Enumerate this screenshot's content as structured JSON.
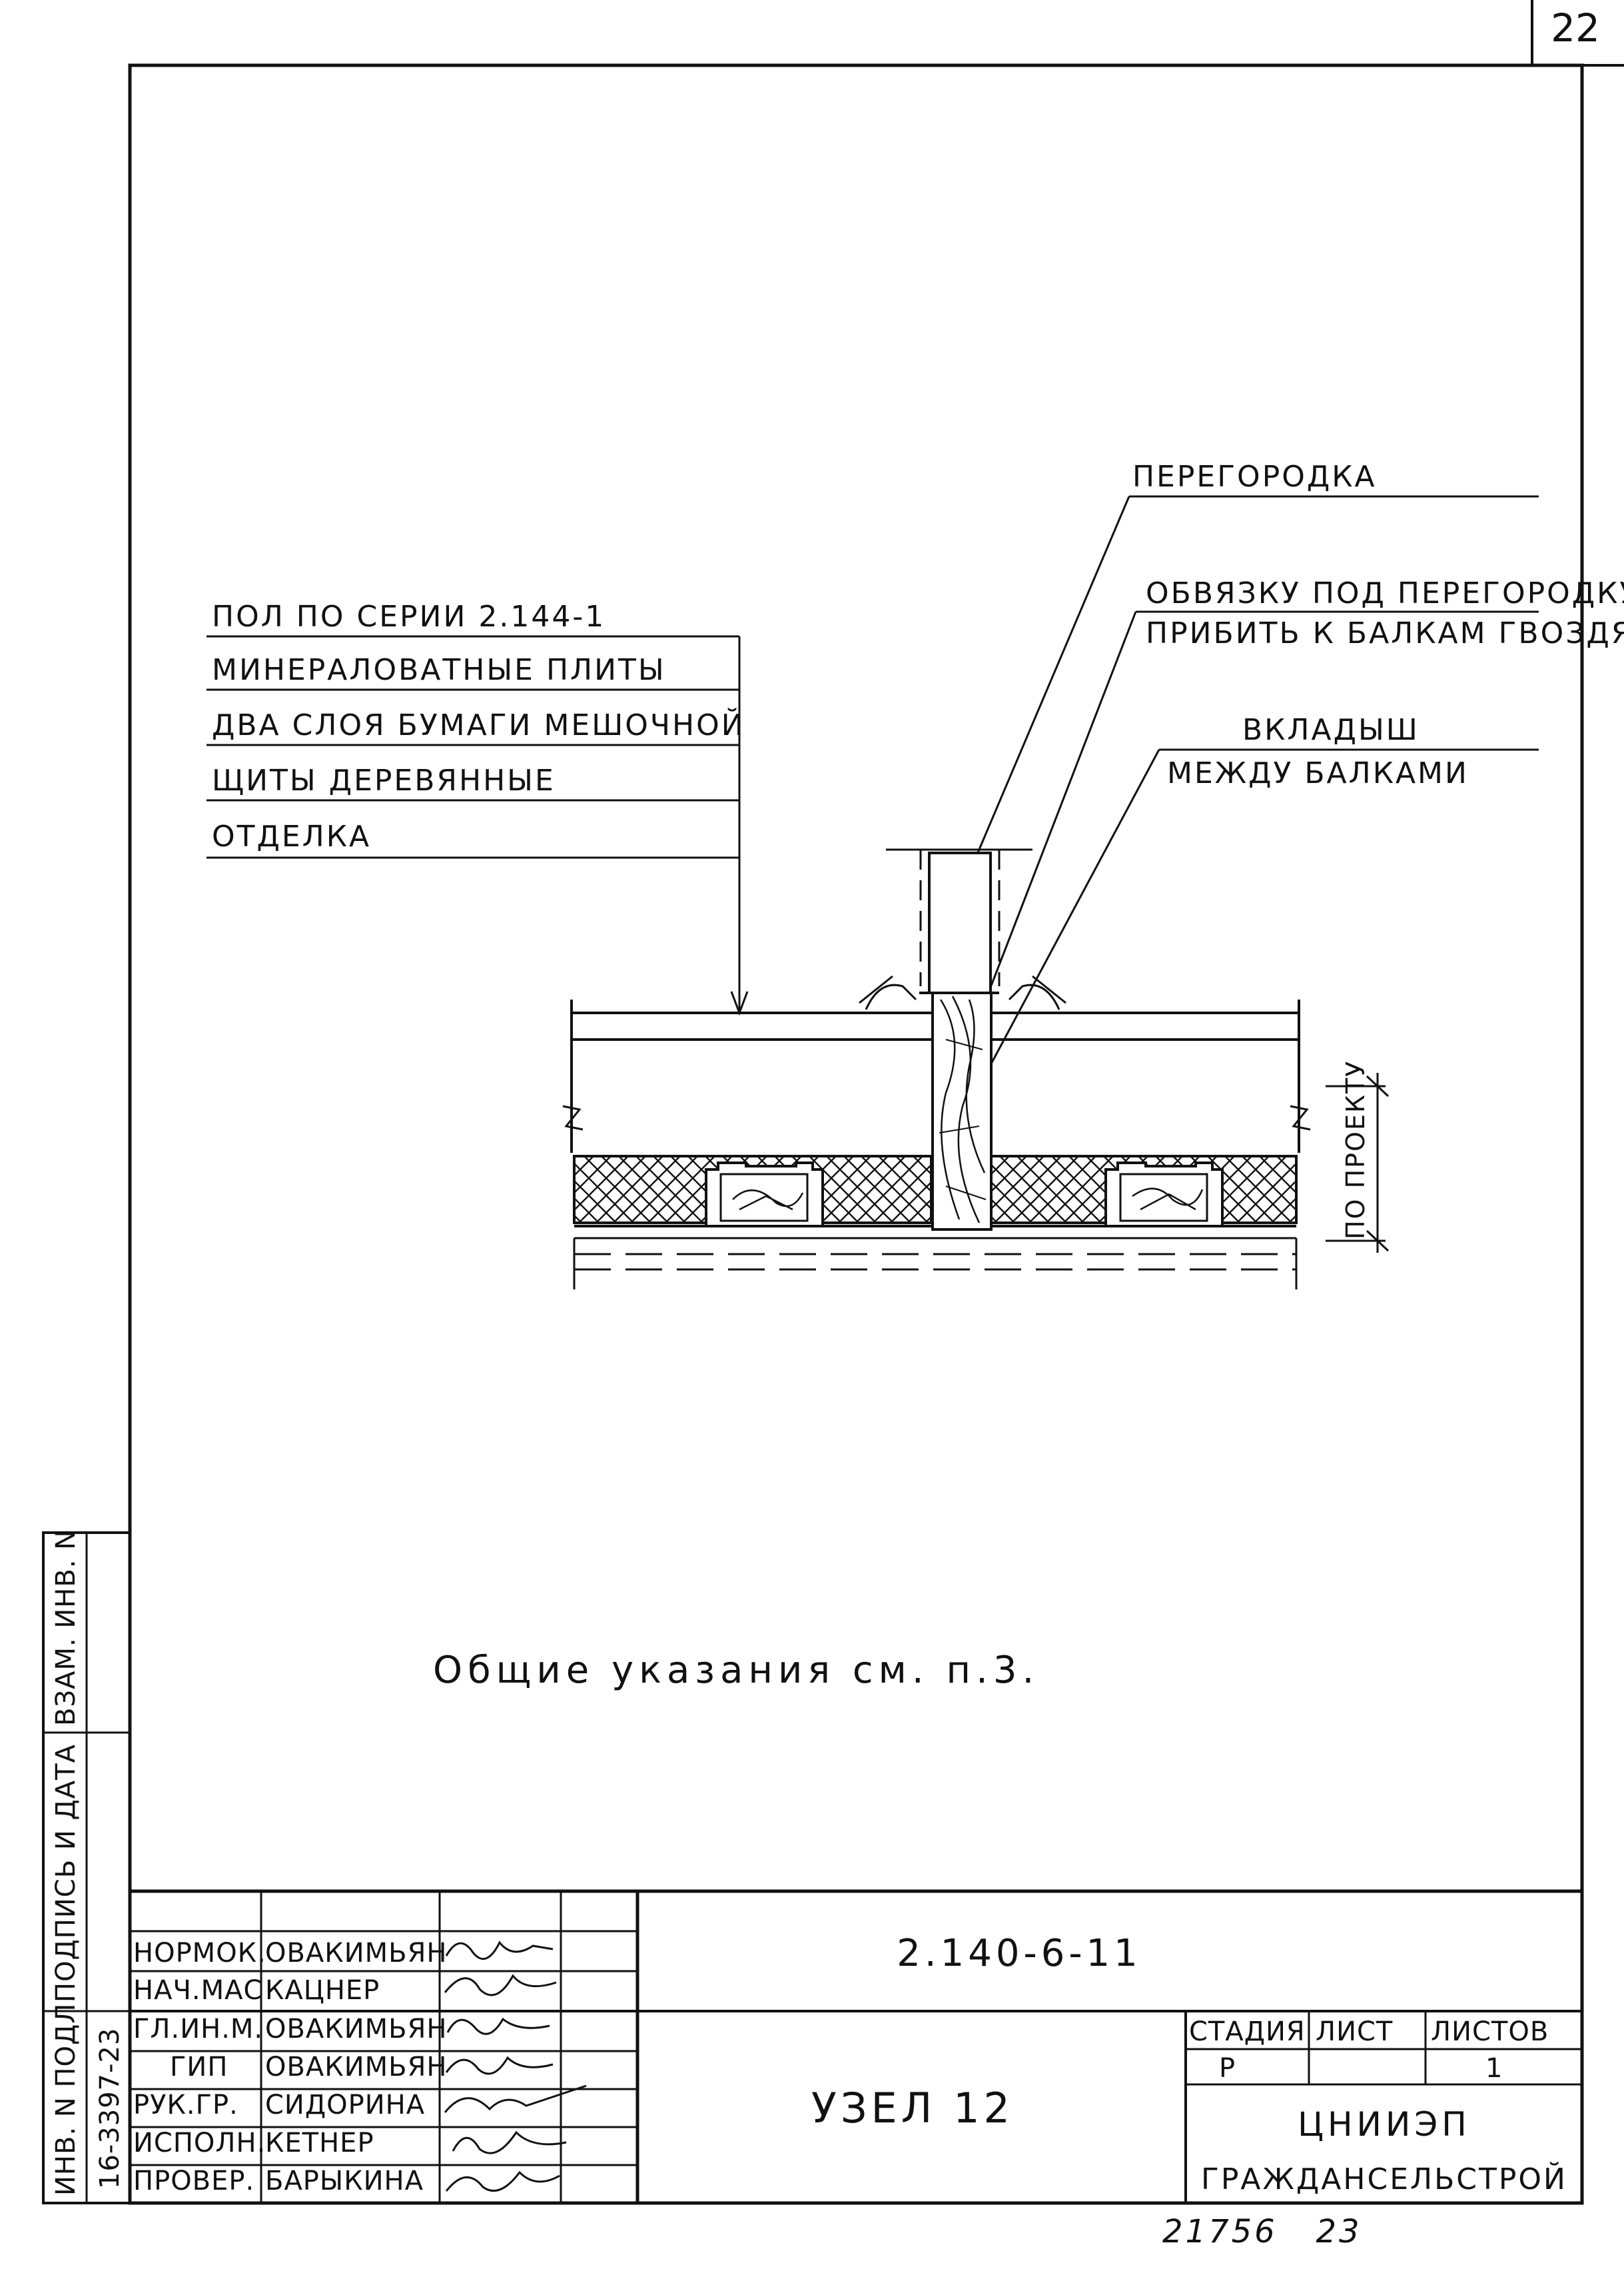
{
  "sheet": {
    "page_number": "22",
    "general_note": "Общие указания см. п.3.",
    "bottom_note": "21756   23"
  },
  "callouts": {
    "left": [
      "ПОЛ ПО СЕРИИ 2.144-1",
      "МИНЕРАЛОВАТНЫЕ ПЛИТЫ",
      "ДВА СЛОЯ БУМАГИ МЕШОЧНОЙ",
      "ЩИТЫ ДЕРЕВЯННЫЕ",
      "ОТДЕЛКА"
    ],
    "partition": "ПЕРЕГОРОДКА",
    "strapping_line1": "ОБВЯЗКУ ПОД ПЕРЕГОРОДКУ",
    "strapping_line2": "ПРИБИТЬ К БАЛКАМ ГВОЗДЯМИ",
    "insert_line1": "ВКЛАДЫШ",
    "insert_line2": "МЕЖДУ БАЛКАМИ",
    "dimension": "ПО ПРОЕКТУ"
  },
  "side_stamp": {
    "inv_orig": "ИНВ. N ПОДЛ.",
    "inv_orig_value": "16-3397-23",
    "signature_date": "ПОДПИСЬ И ДАТА",
    "replaced_inv": "ВЗАМ. ИНВ. N"
  },
  "title_block": {
    "document_code": "2.140-6-11",
    "drawing_title": "УЗЕЛ 12",
    "col_stage": "СТАДИЯ",
    "col_sheet": "ЛИСТ",
    "col_sheets": "ЛИСТОВ",
    "stage": "Р",
    "sheet": "",
    "sheets": "1",
    "org_line1": "ЦНИИЭП",
    "org_line2": "ГРАЖДАНСЕЛЬСТРОЙ",
    "signatories": [
      {
        "role": "НОРМОК.",
        "name": "ОВАКИМЬЯН"
      },
      {
        "role": "НАЧ.МАС",
        "name": "КАЦНЕР"
      },
      {
        "role": "ГЛ.ИН.М.",
        "name": "ОВАКИМЬЯН"
      },
      {
        "role": "ГИП",
        "name": "ОВАКИМЬЯН"
      },
      {
        "role": "РУК.ГР.",
        "name": "СИДОРИНА"
      },
      {
        "role": "ИСПОЛН.",
        "name": "КЕТНЕР"
      },
      {
        "role": "ПРОВЕР.",
        "name": "БАРЫКИНА"
      }
    ]
  }
}
